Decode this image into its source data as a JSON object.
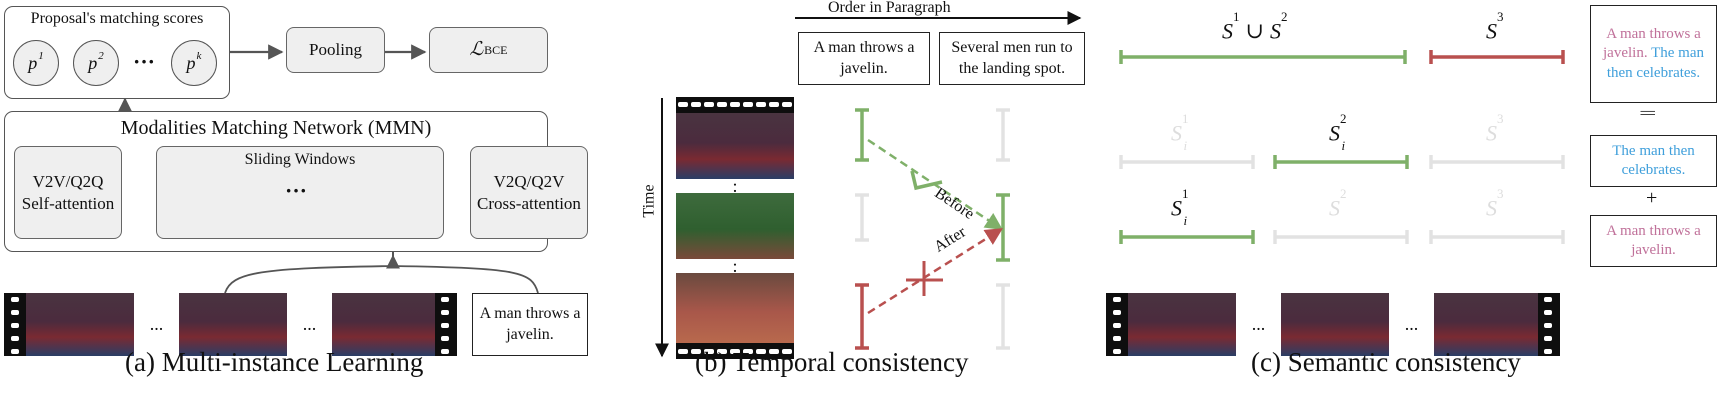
{
  "panel_a": {
    "scores_title": "Proposal's matching scores",
    "score_base": "p",
    "score_labels": [
      "1",
      "2",
      "k"
    ],
    "ellipsis": "···",
    "pooling": "Pooling",
    "loss": "ℒ",
    "loss_sub": "BCE",
    "mmn_title": "Modalities Matching Network (MMN)",
    "self_attention": "V2V/Q2Q Self-attention",
    "sliding_windows": "Sliding Windows",
    "cross_attention": "V2Q/Q2V Cross-attention",
    "video_ellipsis": "...",
    "query_text": "A man throws a javelin.",
    "caption": "(a) Multi-instance Learning"
  },
  "panel_b": {
    "order_label": "Order in Paragraph",
    "sentence_1": "A man throws a javelin.",
    "sentence_2": "Several men run to the landing spot.",
    "time_label": "Time",
    "frame_ellipsis": ":",
    "before_label": "Before",
    "after_label": "After",
    "caption": "(b) Temporal consistency",
    "colors": {
      "green": "#7fb069",
      "red": "#b9504f",
      "faded": "#e2e2e2"
    }
  },
  "panel_c": {
    "union": {
      "s": "S",
      "a": "1",
      "op": "∪",
      "b": "2"
    },
    "s3": {
      "s": "S",
      "a": "3"
    },
    "row2": [
      {
        "s": "S",
        "sup": "1",
        "sub": "i"
      },
      {
        "s": "S",
        "sup": "2",
        "sub": "i"
      },
      {
        "s": "S",
        "sup": "3"
      }
    ],
    "row3": [
      {
        "s": "S",
        "sup": "1",
        "sub": "i"
      },
      {
        "s": "S",
        "sup": "2"
      },
      {
        "s": "S",
        "sup": "3"
      }
    ],
    "box1_part1": "A man throws a javelin.",
    "box1_part2": "The man then celebrates.",
    "equals_symbol": "||",
    "box2": "The man then celebrates.",
    "plus_symbol": "+",
    "box3": "A man throws a javelin.",
    "video_ellipsis": "...",
    "caption": "(c) Semantic consistency"
  }
}
